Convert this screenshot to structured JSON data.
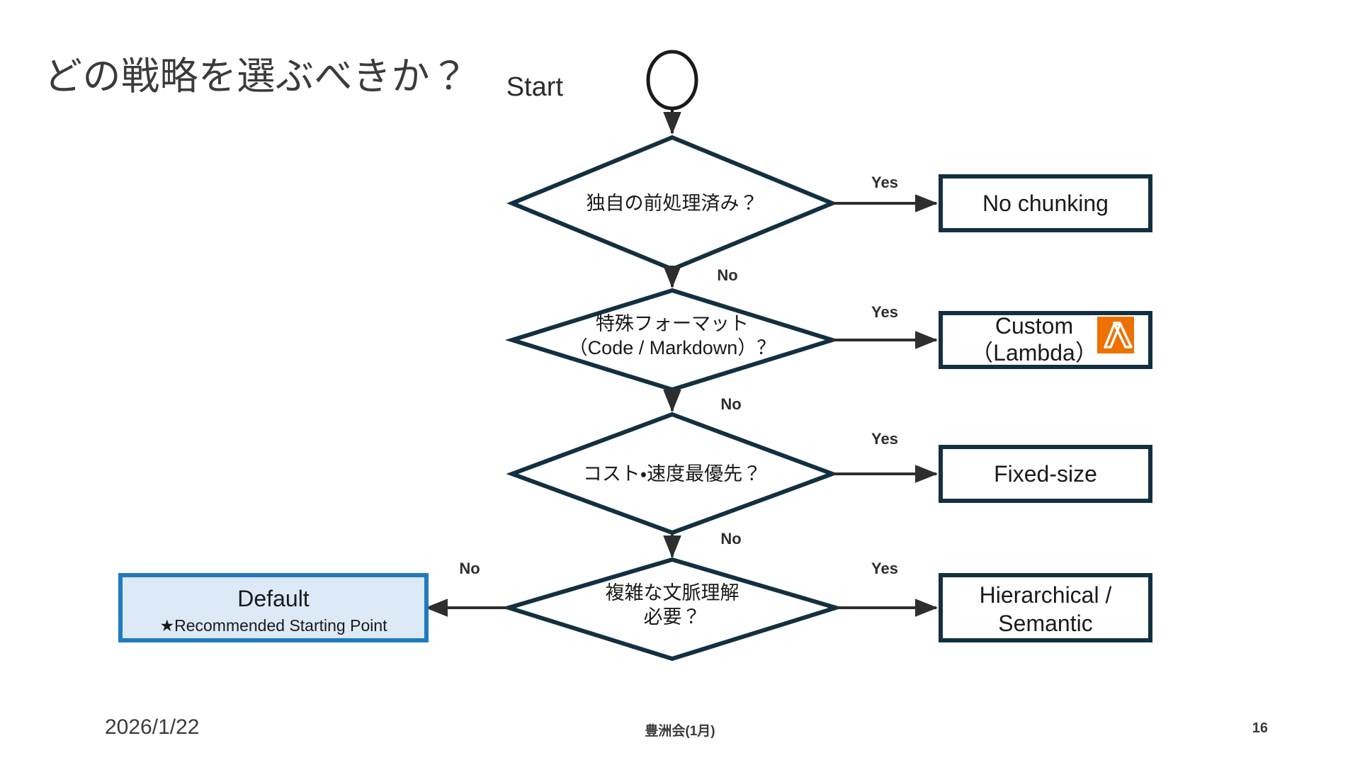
{
  "slide": {
    "title": "どの戦略を選ぶべきか？",
    "page_number": "16"
  },
  "colors": {
    "node_stroke": "#123040",
    "connector": "#2E2E2E",
    "default_box_border": "#1F7BC1",
    "default_box_fill": "#DCE9F7",
    "lambda_orange": "#ED7100",
    "text": "#1A1A1A",
    "title_text": "#3B3B3B"
  },
  "flow": {
    "start": {
      "label": "Start",
      "shape": "circle"
    },
    "decisions": [
      {
        "id": "d1",
        "lines": [
          "独自の前処理済み？"
        ],
        "yes_label": "Yes",
        "no_label": "No"
      },
      {
        "id": "d2",
        "lines": [
          "特殊フォーマット",
          "（Code / Markdown）？"
        ],
        "yes_label": "Yes",
        "no_label": "No"
      },
      {
        "id": "d3",
        "lines": [
          "コスト・速度最優先？"
        ],
        "yes_label": "Yes",
        "no_label": "No"
      },
      {
        "id": "d4",
        "lines": [
          "複雑な文脈理解",
          "必要？"
        ],
        "yes_label": "Yes",
        "no_label": "No"
      }
    ],
    "outcomes": [
      {
        "id": "o1",
        "lines": [
          "No chunking"
        ],
        "icon": null,
        "highlight": false
      },
      {
        "id": "o2",
        "lines": [
          "Custom",
          "（Lambda）"
        ],
        "icon": "aws-lambda-icon",
        "highlight": false
      },
      {
        "id": "o3",
        "lines": [
          "Fixed-size"
        ],
        "icon": null,
        "highlight": false
      },
      {
        "id": "o4",
        "lines": [
          "Hierarchical /",
          "Semantic"
        ],
        "icon": null,
        "highlight": false
      }
    ],
    "default_outcome": {
      "id": "o5",
      "title": "Default",
      "subtitle": "★Recommended Starting Point",
      "highlight": true
    }
  },
  "footer": {
    "date": "2026/1/22",
    "center": "豊洲会(1月)",
    "page": "16"
  }
}
